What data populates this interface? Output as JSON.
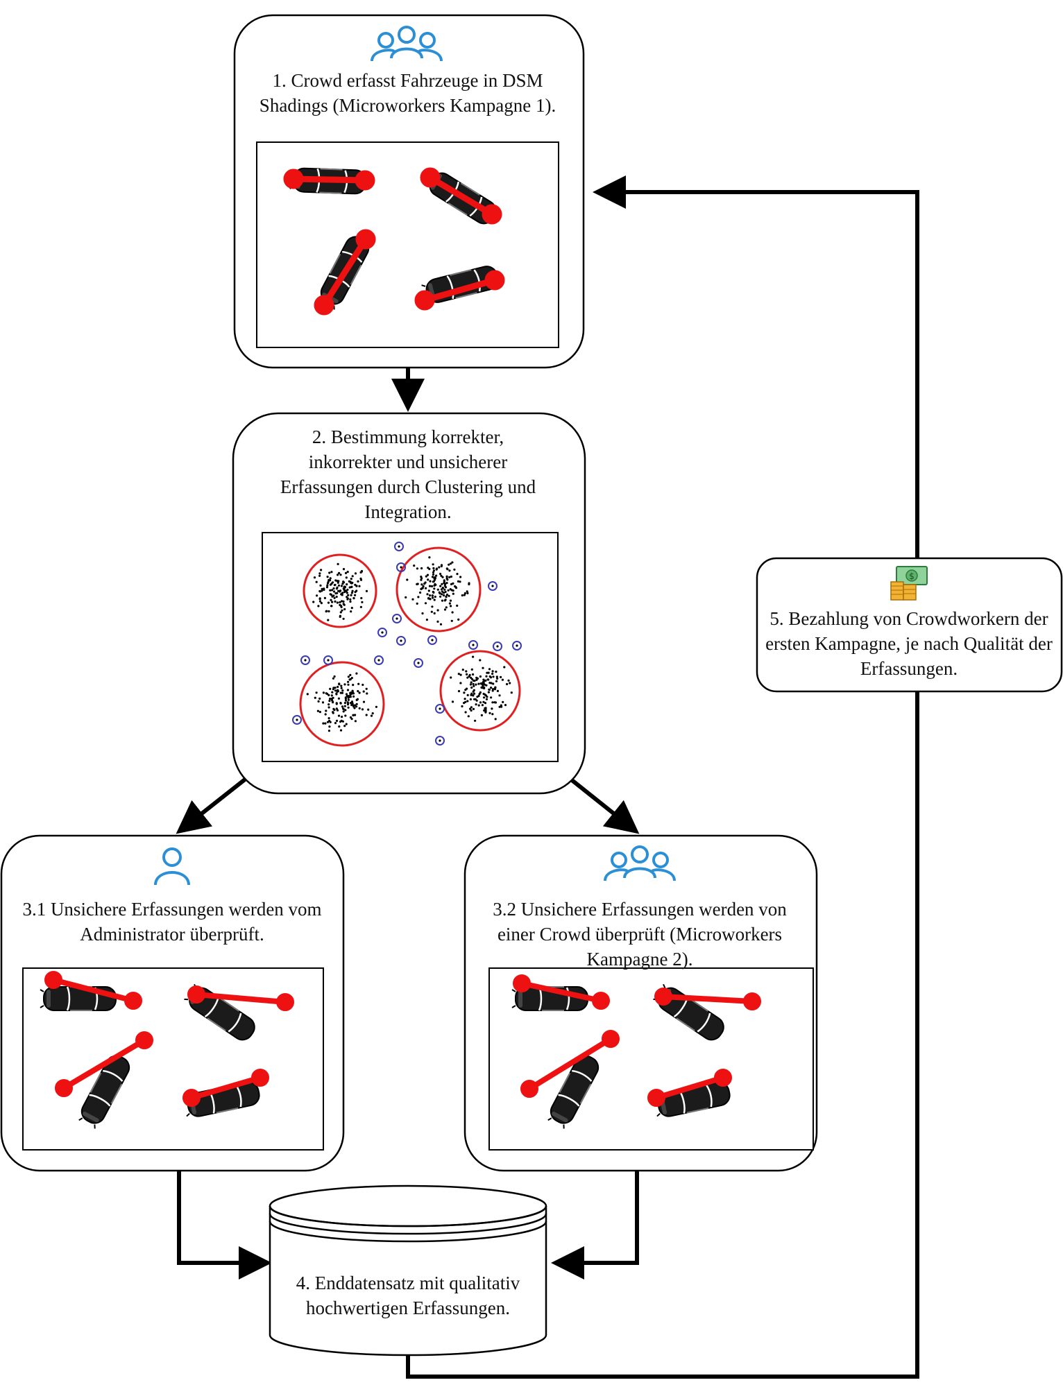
{
  "step1": {
    "text": "1. Crowd erfasst Fahrzeuge in DSM Shadings (Microworkers Kampagne 1).",
    "icon": "crowd-icon"
  },
  "step2": {
    "text": "2. Bestimmung korrekter, inkorrekter und unsicherer Erfassungen durch Clustering und Integration."
  },
  "step31": {
    "text": "3.1 Unsichere Erfassungen werden vom Administrator überprüft.",
    "icon": "user-icon"
  },
  "step32": {
    "text": "3.2 Unsichere Erfassungen werden von einer Crowd überprüft (Microworkers Kampagne 2).",
    "icon": "crowd-icon"
  },
  "step4": {
    "text": "4. Enddatensatz mit qualitativ hochwertigen Erfassungen."
  },
  "step5": {
    "text": "5. Bezahlung von Crowdworkern der ersten Kampagne, je nach Qualität der Erfassungen.",
    "icon": "money-icon"
  },
  "colors": {
    "icon_blue": "#2b8fd6",
    "annotation_red": "#ee1111",
    "cluster_red": "#e02020",
    "outlier_blue": "#3a3ab8",
    "stroke": "#000000"
  }
}
